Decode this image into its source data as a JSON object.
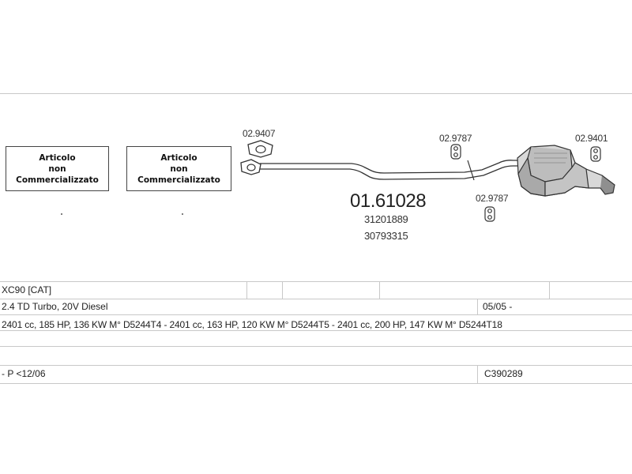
{
  "diagram": {
    "not_sold_box_1": {
      "line1": "Articolo",
      "line2": "non",
      "line3": "Commercializzato"
    },
    "not_sold_box_2": {
      "line1": "Articolo",
      "line2": "non",
      "line3": "Commercializzato"
    },
    "part_codes": {
      "flange_gasket": "02.9407",
      "rubber_mount_upper": "02.9787",
      "rubber_mount_lower": "02.9787",
      "rear_mount": "02.9401",
      "main_part": "01.61028",
      "oem_ref_1": "31201889",
      "oem_ref_2": "30793315"
    }
  },
  "table": {
    "model": "XC90  [CAT]",
    "engine": "2.4 TD Turbo, 20V Diesel",
    "date_from": "05/05 -",
    "specs": "2401 cc, 185 HP, 136 KW M° D5244T4 - 2401 cc, 163 HP, 120 KW M° D5244T5 - 2401 cc, 200 HP, 147 KW M° D5244T18",
    "note": "- P <12/06",
    "catalog_code": "C390289"
  }
}
